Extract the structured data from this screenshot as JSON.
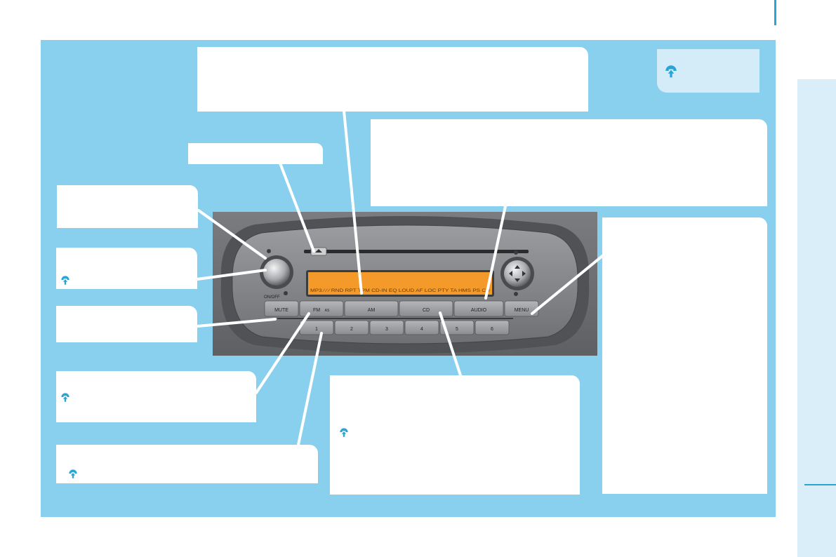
{
  "radio": {
    "on_off_label": "ON/OFF",
    "display_text": "MP3 ⁄ ⁄ ⁄ RND RPT TPM CD-IN EQ LOUD AF LOC PTY TA HMS PS CD",
    "buttons": {
      "mute": "MUTE",
      "fm": "FM",
      "fm_suffix": "AS",
      "am": "AM",
      "cd": "CD",
      "audio": "AUDIO",
      "menu": "MENU"
    },
    "presets": [
      "1",
      "2",
      "3",
      "4",
      "5",
      "6"
    ]
  },
  "icons": {
    "note": "tip-arrow-icon",
    "eject": "eject-icon",
    "navigation": "arrow-pad-icon"
  },
  "colors": {
    "panel": "#89d0ef",
    "accent": "#2aa3d5",
    "display": "#f39a2b"
  }
}
